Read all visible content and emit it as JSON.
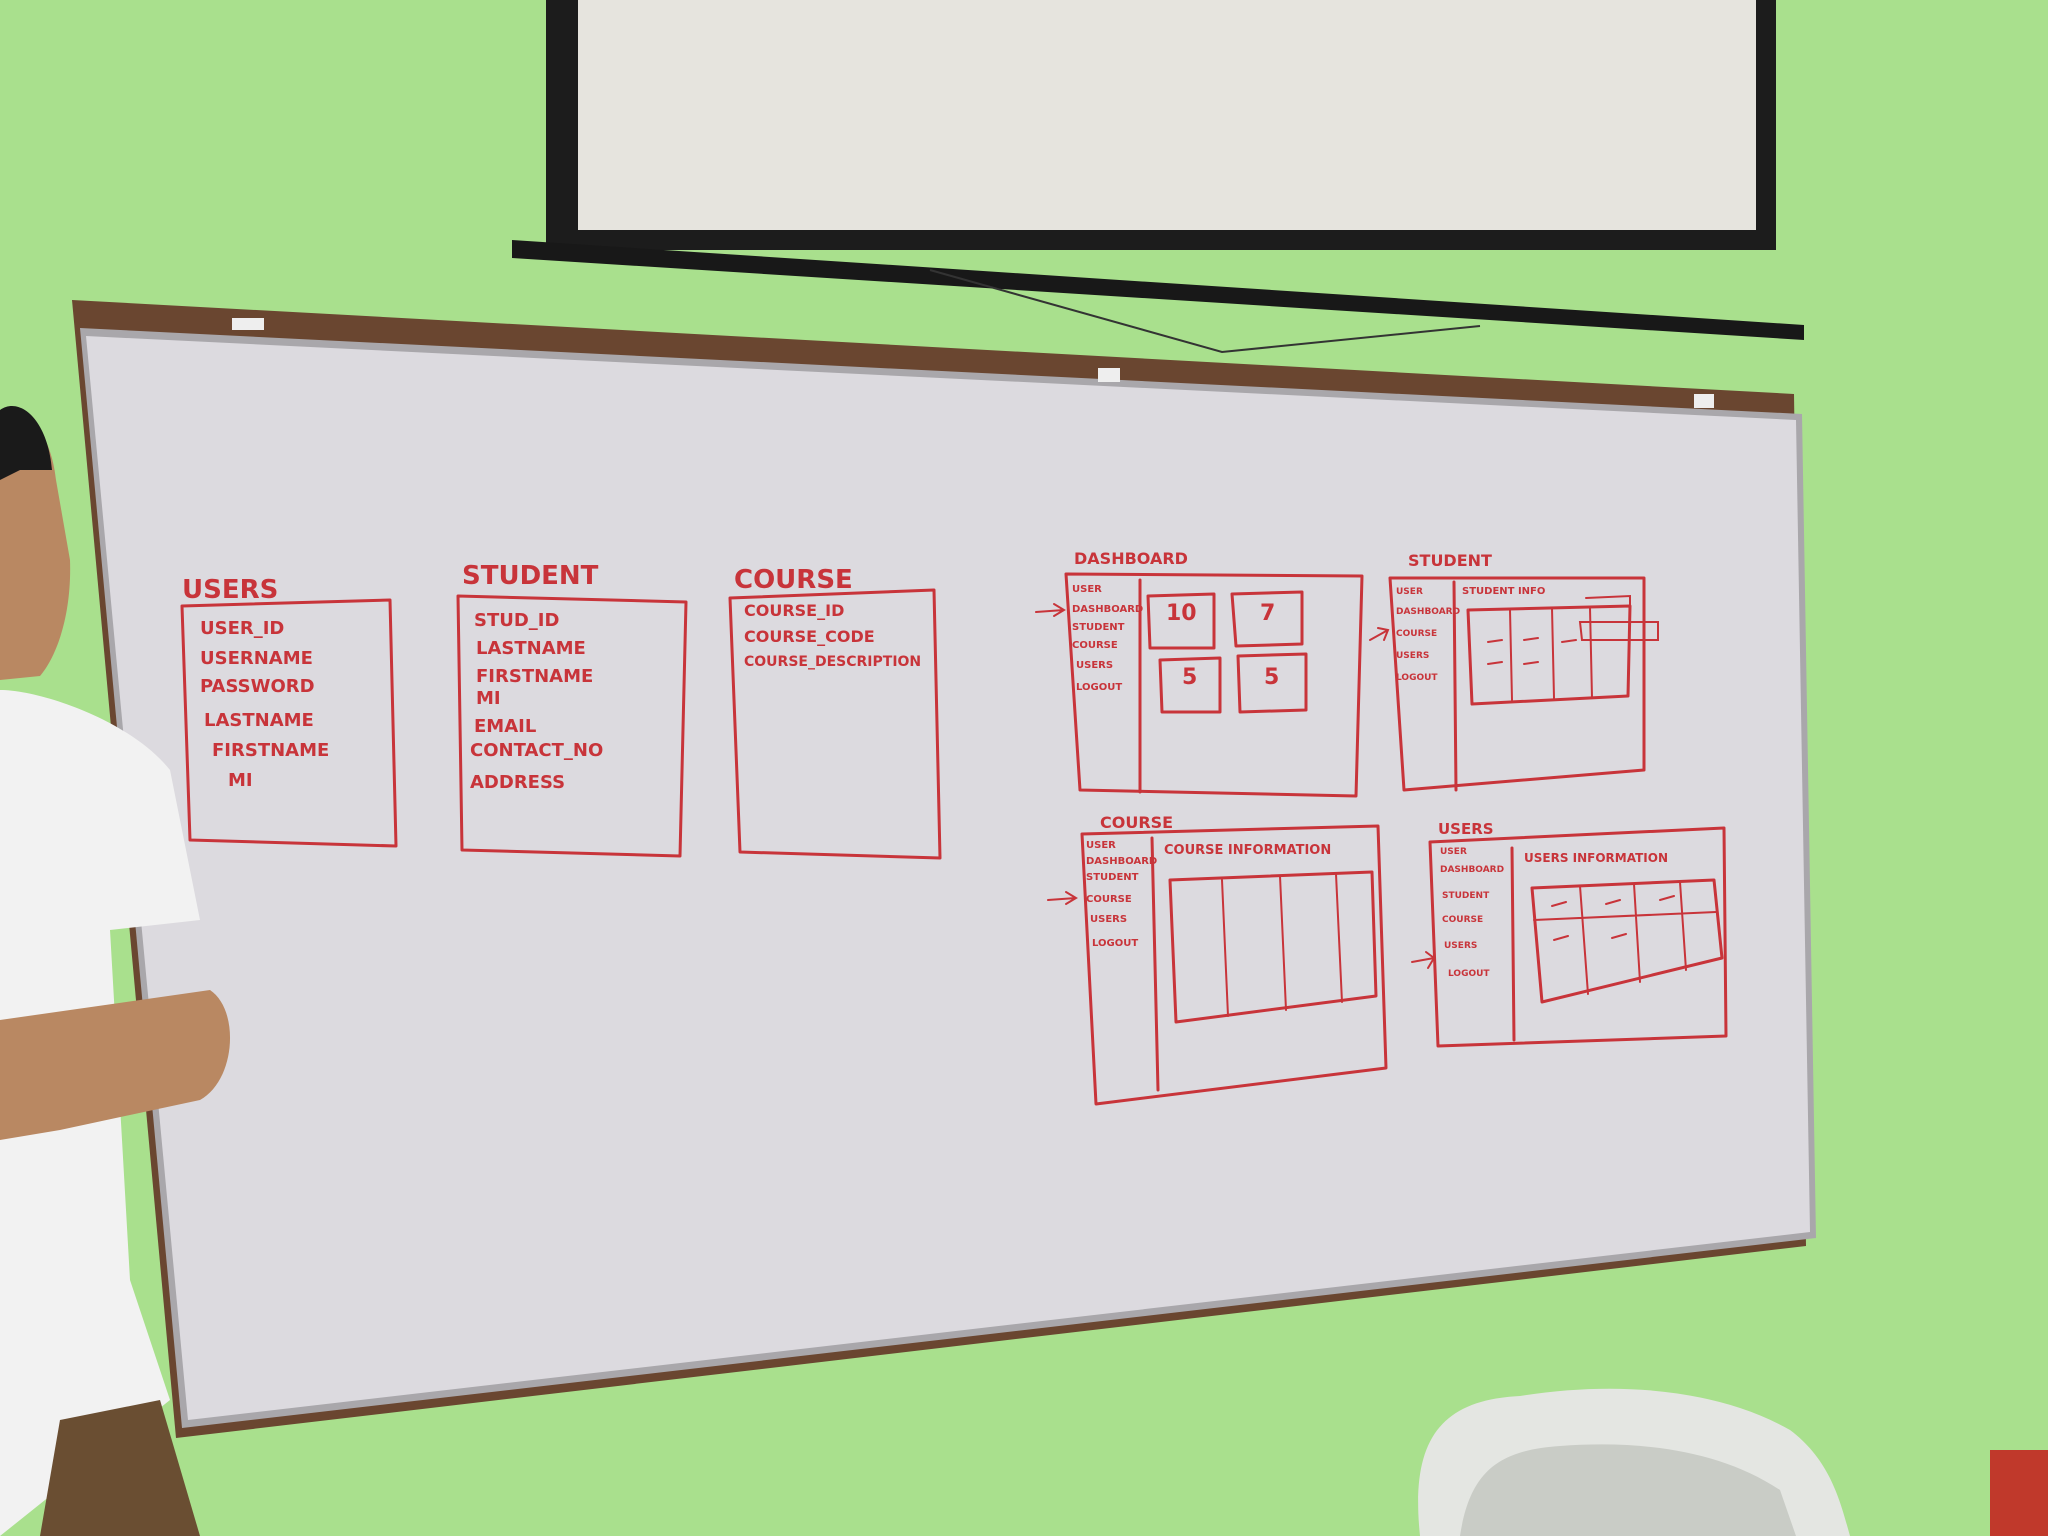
{
  "colors": {
    "wall": "#a9e08d",
    "board": "#dcdadf",
    "frame": "#5a3a28",
    "ink": "#c8343a",
    "screen": "#e6e4de"
  },
  "tables": {
    "users": {
      "title": "USERS",
      "fields": [
        "USER_ID",
        "USERNAME",
        "PASSWORD",
        "LASTNAME",
        "FIRSTNAME",
        "MI"
      ]
    },
    "student": {
      "title": "STUDENT",
      "fields": [
        "STUD_ID",
        "LASTNAME",
        "FIRSTNAME",
        "MI",
        "EMAIL",
        "CONTACT_NO",
        "ADDRESS"
      ]
    },
    "course": {
      "title": "COURSE",
      "fields": [
        "COURSE_ID",
        "COURSE_CODE",
        "COURSE_DESCRIPTION"
      ]
    }
  },
  "wireframes": {
    "dashboard": {
      "title": "DASHBOARD",
      "nav": [
        "USER",
        "DASHBOARD",
        "STUDENT",
        "COURSE",
        "USERS",
        "LOGOUT"
      ],
      "cards": [
        {
          "value": "10"
        },
        {
          "value": "7"
        },
        {
          "value": "5"
        },
        {
          "value": "5"
        }
      ]
    },
    "student": {
      "title": "STUDENT",
      "nav": [
        "USER",
        "DASHBOARD",
        "COURSE",
        "USERS",
        "LOGOUT"
      ],
      "header": "STUDENT INFO"
    },
    "course": {
      "title": "COURSE",
      "nav": [
        "USER",
        "DASHBOARD",
        "STUDENT",
        "COURSE",
        "USERS",
        "LOGOUT"
      ],
      "header": "COURSE INFORMATION"
    },
    "users": {
      "title": "USERS",
      "nav": [
        "USER",
        "DASHBOARD",
        "STUDENT",
        "COURSE",
        "USERS",
        "LOGOUT"
      ],
      "header": "USERS INFORMATION"
    }
  }
}
